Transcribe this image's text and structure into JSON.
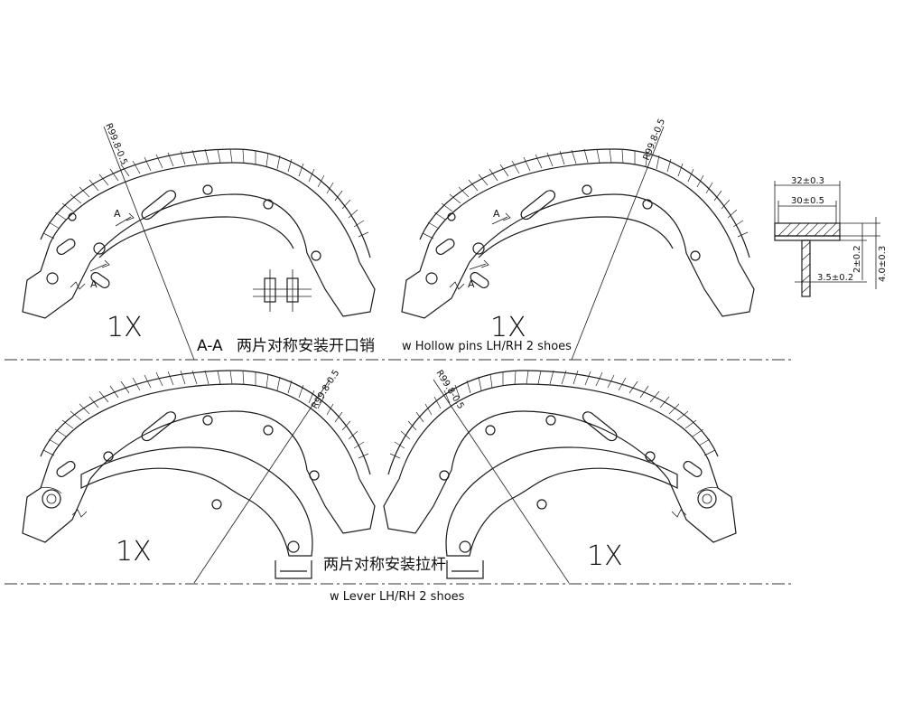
{
  "drawing": {
    "radius_label": "R99.8-0.5",
    "quantity_label": "1X",
    "section_label": "A-A",
    "section_marker": "A",
    "top_note_cn": "两片对称安装开口销",
    "top_note_en": "w Hollow pins LH/RH 2 shoes",
    "bottom_note_cn": "两片对称安装拉杆",
    "bottom_note_en": "w Lever LH/RH 2 shoes",
    "detail": {
      "width_outer": "32±0.3",
      "width_inner": "30±0.5",
      "thickness_total": "4.0±0.3",
      "thickness_plate": "2±0.2",
      "web_thickness": "3.5±0.2"
    }
  }
}
